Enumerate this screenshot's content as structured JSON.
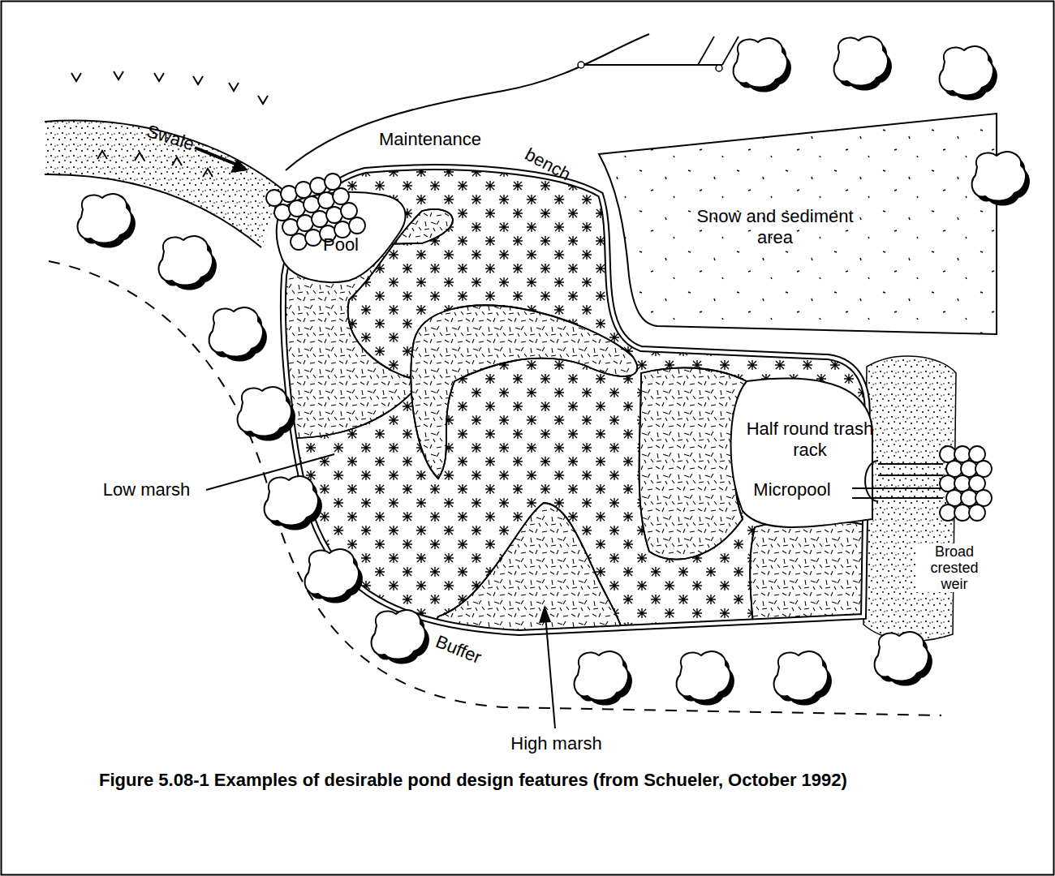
{
  "diagram": {
    "caption": "Figure 5.08-1 Examples of desirable pond design features (from Schueler, October 1992)",
    "nodes": [
      {
        "text": [
          "Swale"
        ]
      },
      {
        "text": [
          "Pool"
        ]
      },
      {
        "text": [
          "Snow and sediment area"
        ]
      },
      {
        "text": [
          "Micropool"
        ]
      }
    ],
    "labels": [
      "Maintenance",
      "bench",
      "Low marsh",
      "High marsh",
      "Buffer",
      "Half round trash rack",
      "Broad crested weir"
    ]
  }
}
